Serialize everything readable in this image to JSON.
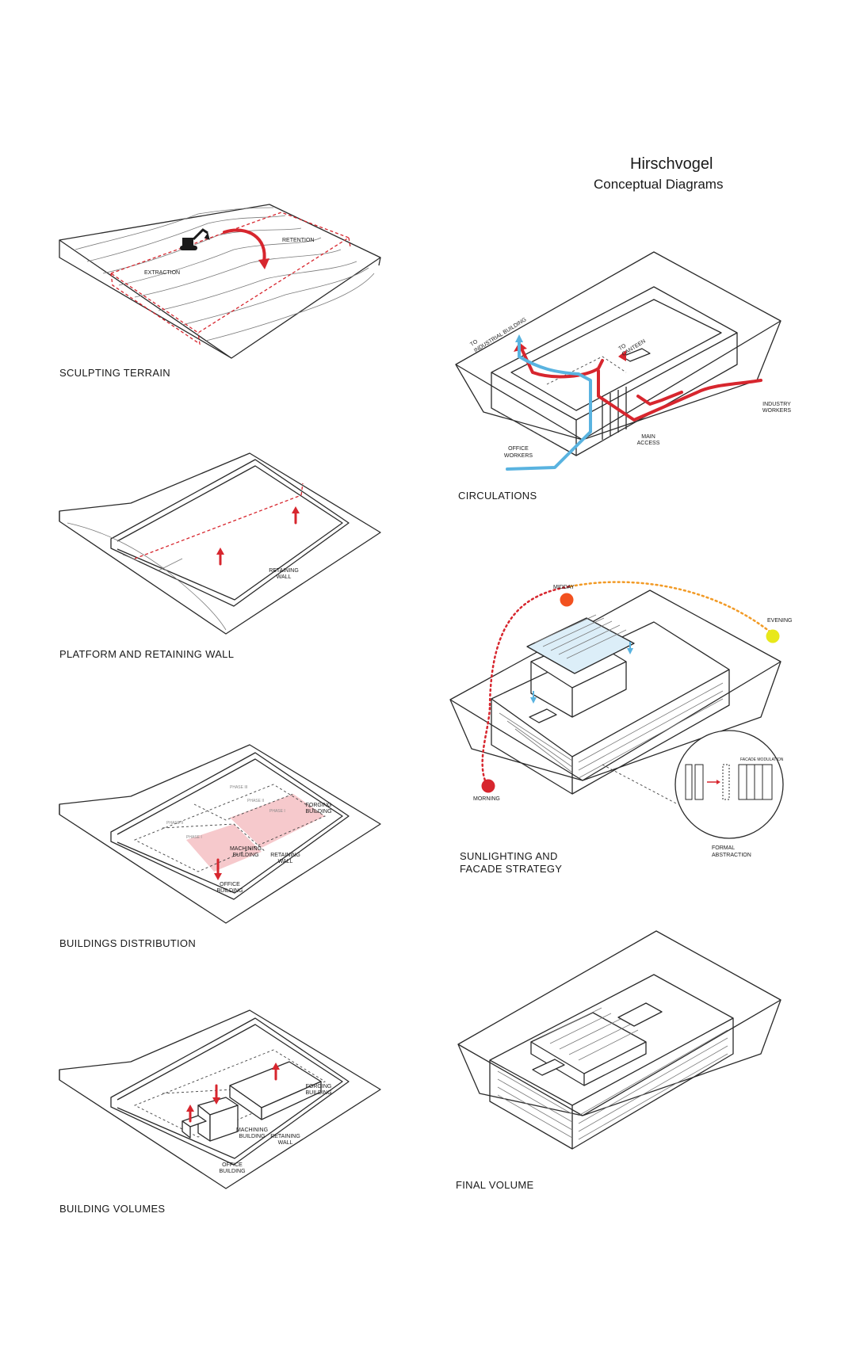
{
  "header": {
    "title": "Hirschvogel",
    "subtitle": "Conceptual Diagrams"
  },
  "colors": {
    "accent_red": "#d7262e",
    "circulation_blue": "#59b3e0",
    "sun_orange": "#f28c28",
    "sun_yellow": "#e8e81a",
    "phase_pink": "#f6c9cc"
  },
  "diagrams": {
    "sculpting_terrain": {
      "caption": "SCULPTING TERRAIN",
      "labels": {
        "extraction": "EXTRACTION",
        "retention": "RETENTION"
      },
      "icon": "excavator-icon"
    },
    "platform": {
      "caption": "PLATFORM AND RETAINING WALL",
      "labels": {
        "retaining_wall_1": "RETAINING",
        "retaining_wall_2": "WALL"
      }
    },
    "distribution": {
      "caption": "BUILDINGS DISTRIBUTION",
      "labels": {
        "forging_1": "FORGING",
        "forging_2": "BUILDING",
        "machining_1": "MACHINING",
        "machining_2": "BUILDING",
        "retaining_1": "RETAINING",
        "retaining_2": "WALL",
        "office_1": "OFFICE",
        "office_2": "BUILDING"
      },
      "phases": [
        "PHASE III",
        "PHASE II",
        "PHASE I",
        "PHASE II",
        "PHASE I"
      ]
    },
    "volumes": {
      "caption": "BUILDING VOLUMES",
      "labels": {
        "forging_1": "FORGING",
        "forging_2": "BUILDING",
        "machining_1": "MACHINING",
        "machining_2": "BUILDING",
        "retaining_1": "RETAINING",
        "retaining_2": "WALL",
        "office_1": "OFFICE",
        "office_2": "BUILDING"
      }
    },
    "circulations": {
      "caption": "CIRCULATIONS",
      "labels": {
        "to_industrial_1": "TO",
        "to_industrial_2": "INDUSTRIAL BUILDING",
        "to_canteen_1": "TO",
        "to_canteen_2": "CANTEEN",
        "industry_workers_1": "INDUSTRY",
        "industry_workers_2": "WORKERS",
        "main_access_1": "MAIN",
        "main_access_2": "ACCESS",
        "office_workers_1": "OFFICE",
        "office_workers_2": "WORKERS"
      }
    },
    "sunlighting": {
      "caption_line1": "SUNLIGHTING AND",
      "caption_line2": "FACADE STRATEGY",
      "labels": {
        "midday": "MIDDAY",
        "evening": "EVENING",
        "morning": "MORNING",
        "facade_modulation": "FACADE MODULATION",
        "formal_1": "FORMAL",
        "formal_2": "ABSTRACTION"
      }
    },
    "final_volume": {
      "caption": "FINAL VOLUME"
    }
  }
}
